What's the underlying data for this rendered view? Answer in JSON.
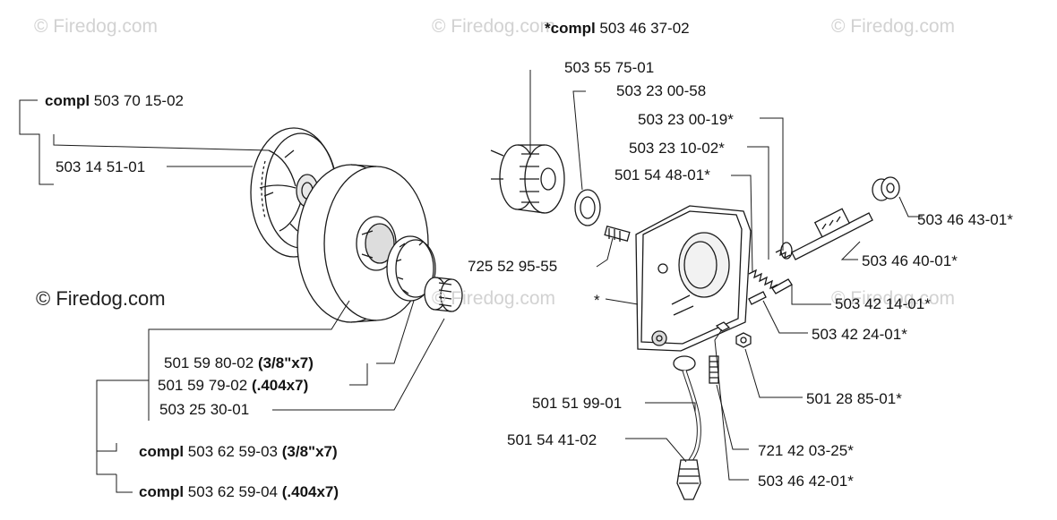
{
  "watermarks": {
    "top_left": "© Firedog.com",
    "top_mid": "© Firedog.com",
    "top_right": "© Firedog.com",
    "left_main": "© Firedog.com",
    "mid_faint": "© Firedog.com",
    "right_faint": "© Firedog.com"
  },
  "kit_word": "compl",
  "labels": {
    "top_compl": {
      "prefix": "*compl",
      "num": "503 46 37-02"
    },
    "clutch_compl": {
      "prefix": "compl",
      "num": "503 70 15-02"
    },
    "clutch_shoe": "503 14 51-01",
    "drum_a": {
      "num": "501 59 80-02",
      "spec": "(3/8\"x7)"
    },
    "drum_b": {
      "num": "501 59 79-02",
      "spec": "(.404x7)"
    },
    "bearing": "503 25 30-01",
    "drum_compl_a": {
      "prefix": "compl",
      "num": "503 62 59-03",
      "spec": "(3/8\"x7)"
    },
    "drum_compl_b": {
      "prefix": "compl",
      "num": "503 62 59-04",
      "spec": "(.404x7)"
    },
    "worm_gear": "503 55 75-01",
    "washer": "503 23 00-58",
    "spring_a": "503 23 00-19*",
    "seal": "503 23 10-02*",
    "spring_b": "501 54 48-01*",
    "screw": "725 52 95-55",
    "pump_housing": "*",
    "nipple_cap": "503 46 43-01*",
    "pump_piston": "503 46 40-01*",
    "pin": "503 42 14-01*",
    "plunger": "503 42 24-01*",
    "nut": "501 28 85-01*",
    "oil_hose": "501 51 99-01",
    "filter": "501 54 41-02",
    "adjust_screw": "721 42 03-25*",
    "hose_nipple": "503 46 42-01*"
  }
}
